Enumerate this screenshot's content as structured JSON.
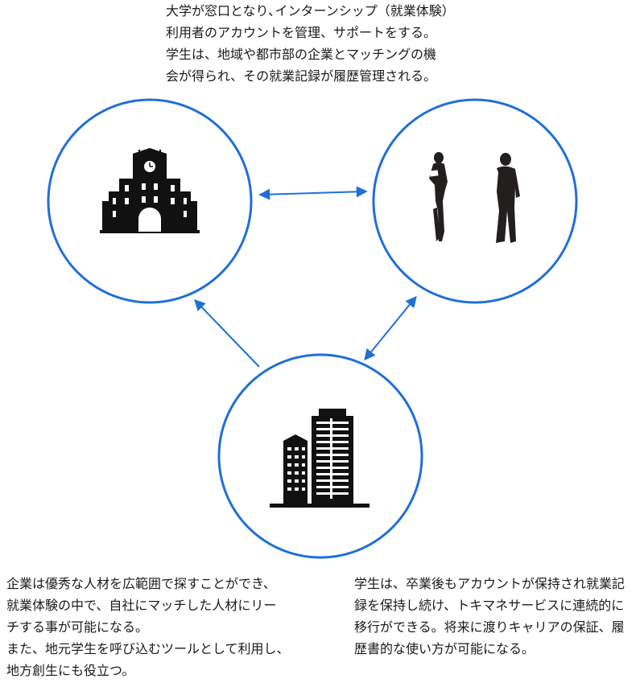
{
  "top_text": [
    "大学が窓口となり､インターンシップ（就業体験）",
    "利用者のアカウントを管理、サポートをする。",
    "学生は、地域や都市部の企業とマッチングの機",
    "会が得られ、その就業記録が履歴管理される。"
  ],
  "bottom_left_text": [
    "企業は優秀な人材を広範囲で探すことができ、",
    "就業体験の中で、自社にマッチした人材にリー",
    "チする事が可能になる。",
    "また、地元学生を呼び込むツールとして利用し、",
    "地方創生にも役立つ。"
  ],
  "bottom_right_text": [
    "学生は、卒業後もアカウントが保持され就業記",
    "録を保持し続け、トキマネサービスに連続的に",
    "移行ができる。将来に渡りキャリアの保証、履",
    "歴書的な使い方が可能になる。"
  ],
  "nodes": [
    {
      "id": "university",
      "icon": "university-building-icon"
    },
    {
      "id": "students",
      "icon": "people-silhouette-icon"
    },
    {
      "id": "company",
      "icon": "office-buildings-icon"
    }
  ],
  "colors": {
    "circle": "#1f6fd8",
    "arrow": "#1f6fd8",
    "icon": "#111111"
  }
}
